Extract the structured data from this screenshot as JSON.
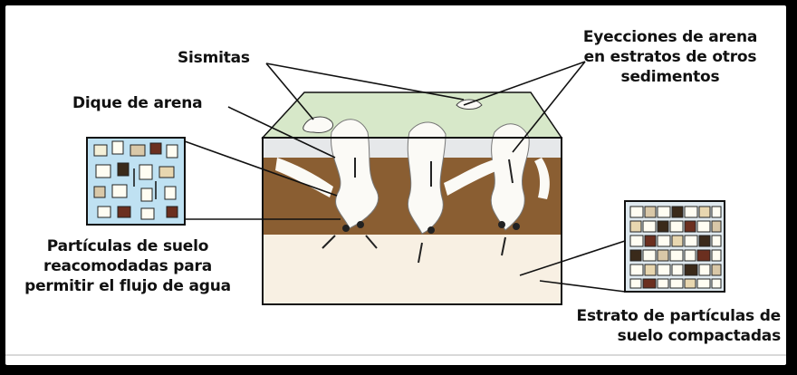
{
  "labels": {
    "sismitas": "Sismitas",
    "dique": "Dique de arena",
    "eyecciones": [
      "Eyecciones de arena",
      "en estratos de otros",
      "sedimentos"
    ],
    "particulas_reacomodadas": [
      "Partículas de suelo",
      "reacomodadas para",
      "permitir el flujo de agua"
    ],
    "estrato_compactado": [
      "Estrato de partículas de",
      "suelo compactadas"
    ]
  },
  "colors": {
    "page": "#ffffff",
    "frame_border": "#000000",
    "green_layer": "#d7e8c9",
    "grey_layer": "#e6e8ea",
    "brown_layer": "#8a5e32",
    "sand_layer": "#f8f0e3",
    "sand_dike": "#fbfaf6",
    "inset_blue": "#bfe1f2"
  }
}
